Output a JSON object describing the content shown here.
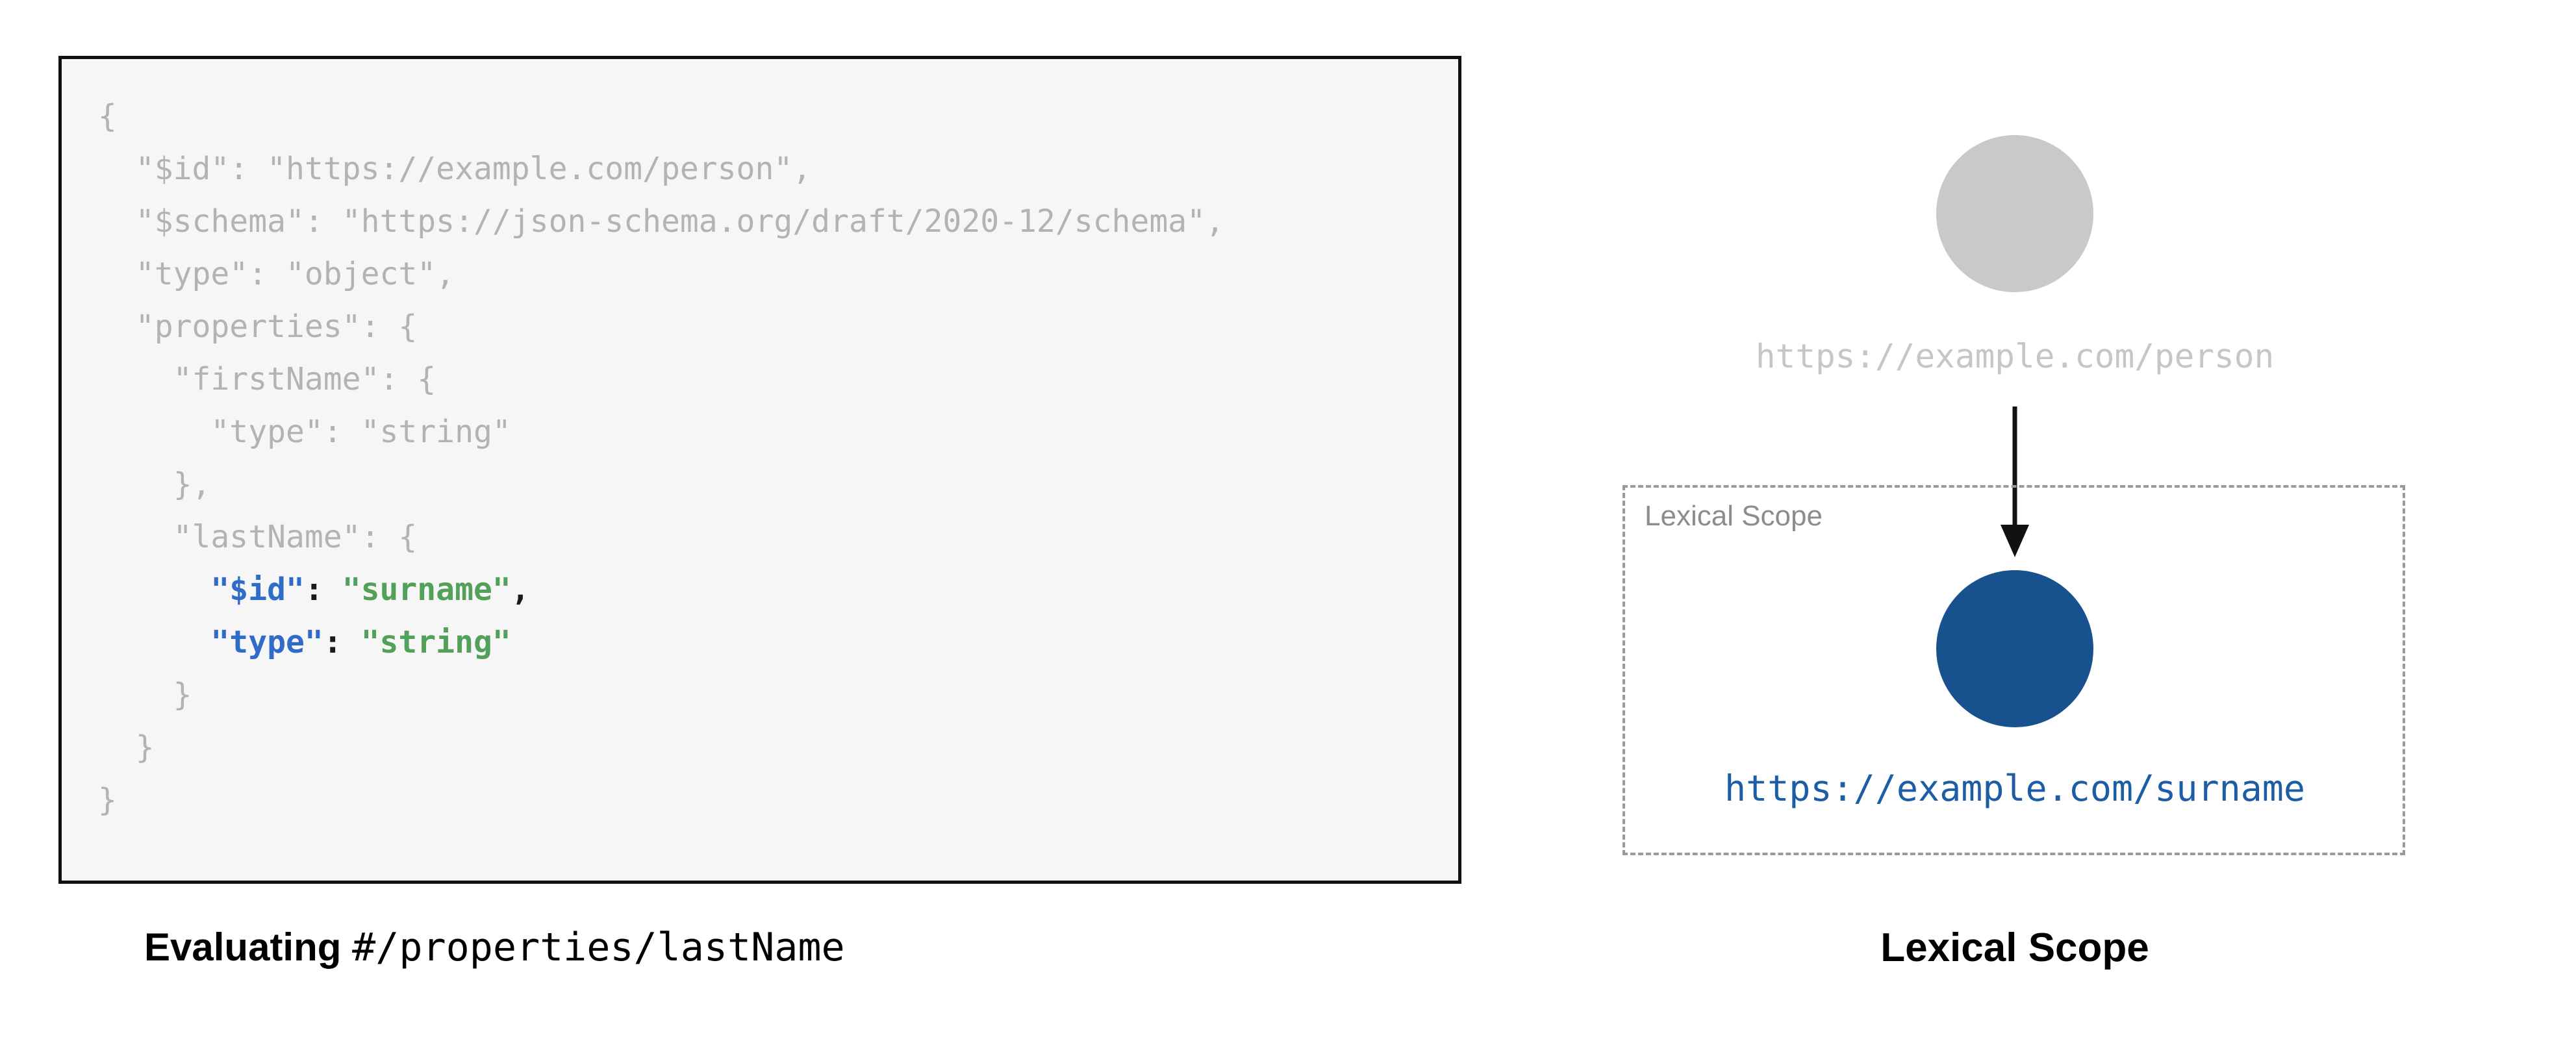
{
  "colors": {
    "code-muted": "#b3b3b3",
    "code-key": "#2f6bc9",
    "code-str": "#53a05a",
    "code-plain": "#1a1a1a",
    "node-gray": "#c9c9c9",
    "node-blue": "#17528f",
    "label-gray": "#c6c6c6",
    "link-blue": "#1d5da6",
    "border-dash": "#9a9a9a"
  },
  "code_panel": {
    "lines": [
      [
        {
          "t": "{",
          "c": "muted"
        }
      ],
      [
        {
          "t": "  \"$id\": \"https://example.com/person\",",
          "c": "muted"
        }
      ],
      [
        {
          "t": "  \"$schema\": \"https://json-schema.org/draft/2020-12/schema\",",
          "c": "muted"
        }
      ],
      [
        {
          "t": "  \"type\": \"object\",",
          "c": "muted"
        }
      ],
      [
        {
          "t": "  \"properties\": {",
          "c": "muted"
        }
      ],
      [
        {
          "t": "    \"firstName\": {",
          "c": "muted"
        }
      ],
      [
        {
          "t": "      \"type\": \"string\"",
          "c": "muted"
        }
      ],
      [
        {
          "t": "    },",
          "c": "muted"
        }
      ],
      [
        {
          "t": "    \"lastName\": {",
          "c": "muted"
        }
      ],
      [
        {
          "t": "      ",
          "c": "muted"
        },
        {
          "t": "\"$id\"",
          "c": "key"
        },
        {
          "t": ": ",
          "c": "plain"
        },
        {
          "t": "\"surname\"",
          "c": "str"
        },
        {
          "t": ",",
          "c": "plain"
        }
      ],
      [
        {
          "t": "      ",
          "c": "muted"
        },
        {
          "t": "\"type\"",
          "c": "key"
        },
        {
          "t": ": ",
          "c": "plain"
        },
        {
          "t": "\"string\"",
          "c": "str"
        }
      ],
      [
        {
          "t": "    }",
          "c": "muted"
        }
      ],
      [
        {
          "t": "  }",
          "c": "muted"
        }
      ],
      [
        {
          "t": "}",
          "c": "muted"
        }
      ]
    ],
    "caption_bold": "Evaluating",
    "caption_code": "#/properties/lastName"
  },
  "diagram": {
    "parent_node_label": "https://example.com/person",
    "scope_box_label": "Lexical Scope",
    "child_node_label": "https://example.com/surname",
    "caption": "Lexical Scope"
  }
}
